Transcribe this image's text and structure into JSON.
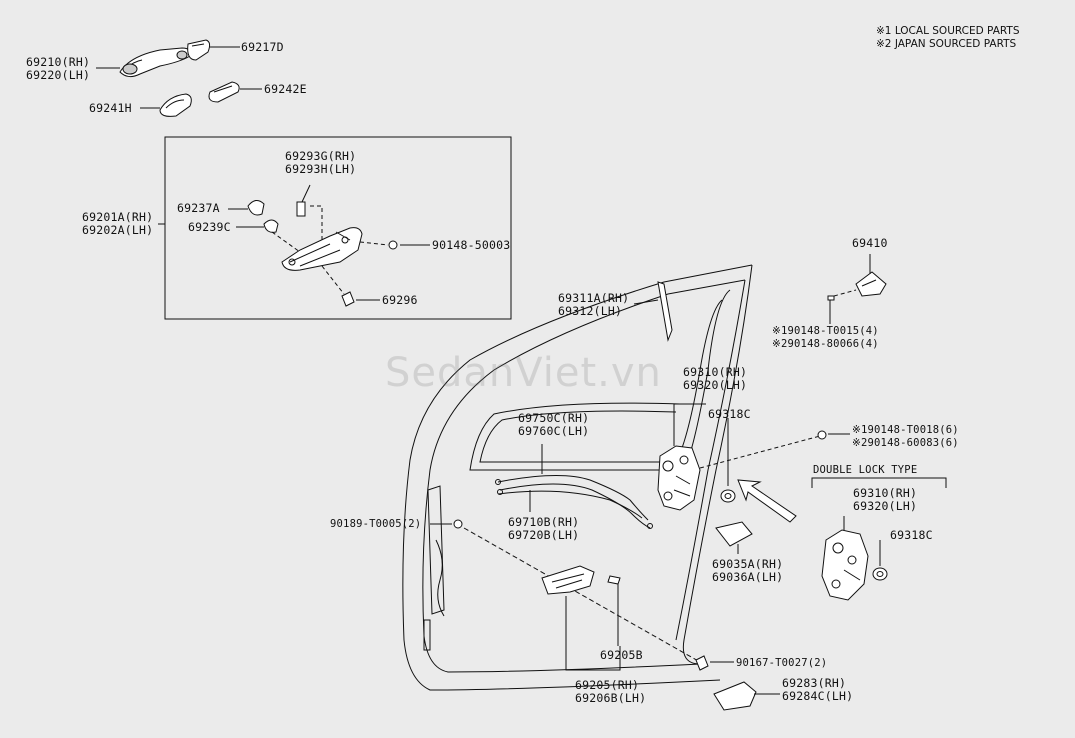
{
  "legend": {
    "line1": "※1 LOCAL SOURCED PARTS",
    "line2": "※2 JAPAN SOURCED PARTS"
  },
  "watermark": "SedanViet.vn",
  "labels": {
    "p69210": "69210(RH)",
    "p69220": "69220(LH)",
    "p69217D": "69217D",
    "p69241H": "69241H",
    "p69242E": "69242E",
    "p69293G": "69293G(RH)",
    "p69293H": "69293H(LH)",
    "p69237A": "69237A",
    "p69201A": "69201A(RH)",
    "p69202A": "69202A(LH)",
    "p69239C": "69239C",
    "p90148_50003": "90148-50003",
    "p69296": "69296",
    "p69410": "69410",
    "p90148_T0015": "※190148-T0015(4)",
    "p90148_80066": "※290148-80066(4)",
    "p69311A": "69311A(RH)",
    "p69312": "69312(LH)",
    "p69310": "69310(RH)",
    "p69320": "69320(LH)",
    "p69318C": "69318C",
    "p69750C": "69750C(RH)",
    "p69760C": "69760C(LH)",
    "p90148_T0018": "※190148-T0018(6)",
    "p90148_60083": "※290148-60083(6)",
    "double_lock_type": "DOUBLE LOCK TYPE",
    "p69310b": "69310(RH)",
    "p69320b": "69320(LH)",
    "p69318Cb": "69318C",
    "p69710B": "69710B(RH)",
    "p69720B": "69720B(LH)",
    "p90189_T0005": "90189-T0005(2)",
    "p69035A": "69035A(RH)",
    "p69036A": "69036A(LH)",
    "p69205B": "69205B",
    "p90167_T0027": "90167-T0027(2)",
    "p69205": "69205(RH)",
    "p69206B": "69206B(LH)",
    "p69283": "69283(RH)",
    "p69284C": "69284C(LH)"
  }
}
